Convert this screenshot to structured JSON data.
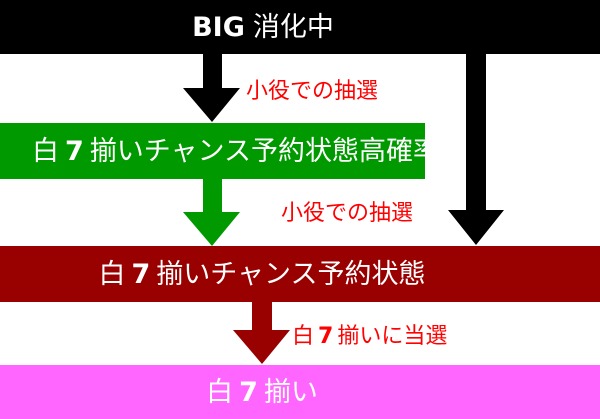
{
  "colors": {
    "state1": "#000000",
    "state2": "#009900",
    "state3": "#990000",
    "state4": "#ff66ff",
    "label": "#ff0000"
  },
  "states": {
    "big": {
      "prefix": "BIG",
      "suffix": "消化中"
    },
    "high_chance": {
      "pre": "白",
      "num": "7",
      "post": "揃いチャンス予約状態高確率"
    },
    "chance": {
      "pre": "白",
      "num": "7",
      "post": "揃いチャンス予約状態"
    },
    "white7": {
      "pre": "白",
      "num": "7",
      "post": "揃い"
    }
  },
  "transitions": {
    "big_to_high": "小役での抽選",
    "high_to_chance": "小役での抽選",
    "chance_to_white7": {
      "pre": "白",
      "num": "7",
      "post": "揃いに当選"
    }
  }
}
